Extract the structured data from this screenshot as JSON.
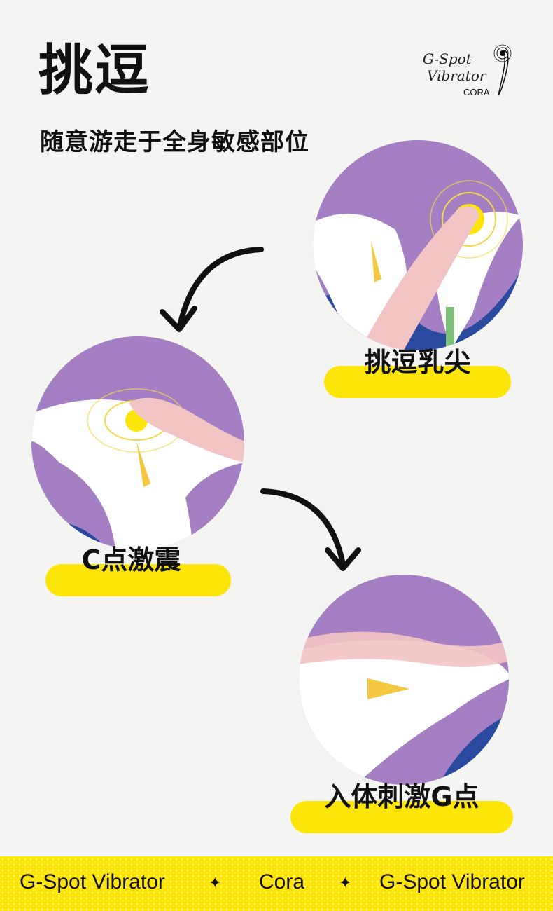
{
  "header": {
    "title": "挑逗",
    "subtitle": "随意游走于全身敏感部位"
  },
  "logo": {
    "line1": "G-Spot",
    "line2": "Vibrator",
    "brand": "CORA"
  },
  "scenes": [
    {
      "label": "挑逗乳尖"
    },
    {
      "label": "C点激震"
    },
    {
      "label": "入体刺激G点"
    }
  ],
  "footer": {
    "items": [
      "G-Spot Vibrator",
      "✦",
      "Cora",
      "✦",
      "G-Spot Vibrator"
    ]
  },
  "colors": {
    "accent": "#fde50a",
    "purple": "#a47fc4",
    "blue": "#2a4aa0",
    "pink": "#f2c4c4"
  }
}
